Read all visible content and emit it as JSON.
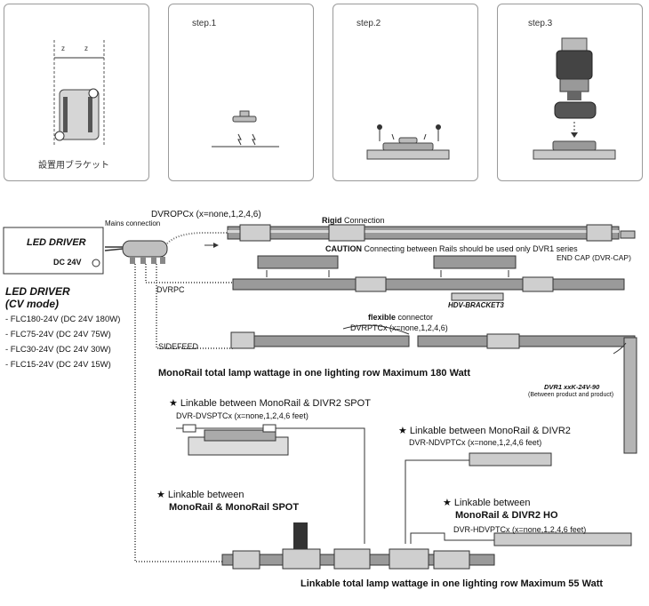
{
  "panels": {
    "bracket_label": "設置用ブラケット",
    "step1": "step.1",
    "step2": "step.2",
    "step3": "step.3"
  },
  "driver_box": {
    "title": "LED DRIVER",
    "voltage": "DC 24V"
  },
  "driver_info": {
    "title": "LED DRIVER",
    "mode": "(CV mode)",
    "models": [
      "- FLC180-24V (DC 24V 180W)",
      "- FLC75-24V (DC 24V 75W)",
      "- FLC30-24V (DC 24V 30W)",
      "- FLC15-24V (DC 24V 15W)"
    ]
  },
  "labels": {
    "mains": "Mains connection",
    "dvropc": "DVROPCx (x=none,1,2,4,6)",
    "rigid_bold": "Rigid",
    "rigid_rest": " Connection",
    "caution_bold": "CAUTION",
    "caution_rest": "  Connecting between Rails should be used only DVR1 series",
    "endcap": "END CAP (DVR-CAP)",
    "dvrpc": "DVRPC",
    "bracket3": "HDV-BRACKET3",
    "flex_bold": "flexible",
    "flex_rest": " connector",
    "dvrptc": "DVRPTCx (x=none,1,2,4,6)",
    "sidefeed": "SIDEFEED",
    "max180": "MonoRail total lamp wattage in one lighting row Maximum 180 Watt",
    "dvr1": "DVR1 xxK-24V-90",
    "dvr1_sub": "(Between product and product)",
    "spot_title": "★ Linkable between MonoRail & DIVR2 SPOT",
    "spot_code": "DVR-DVSPTCx (x=none,1,2,4,6 feet)",
    "divr2_title": "★ Linkable between MonoRail & DIVR2",
    "divr2_code": "DVR-NDVPTCx (x=none,1,2,4,6 feet)",
    "mono_spot_1": "★ Linkable between",
    "mono_spot_2": "MonoRail & MonoRail SPOT",
    "ho_1": "★ Linkable between",
    "ho_2": "MonoRail & DIVR2 HO",
    "ho_code": "DVR-HDVPTCx (x=none,1,2,4,6 feet)",
    "max55": "Linkable total lamp wattage in one lighting row Maximum 55 Watt"
  }
}
